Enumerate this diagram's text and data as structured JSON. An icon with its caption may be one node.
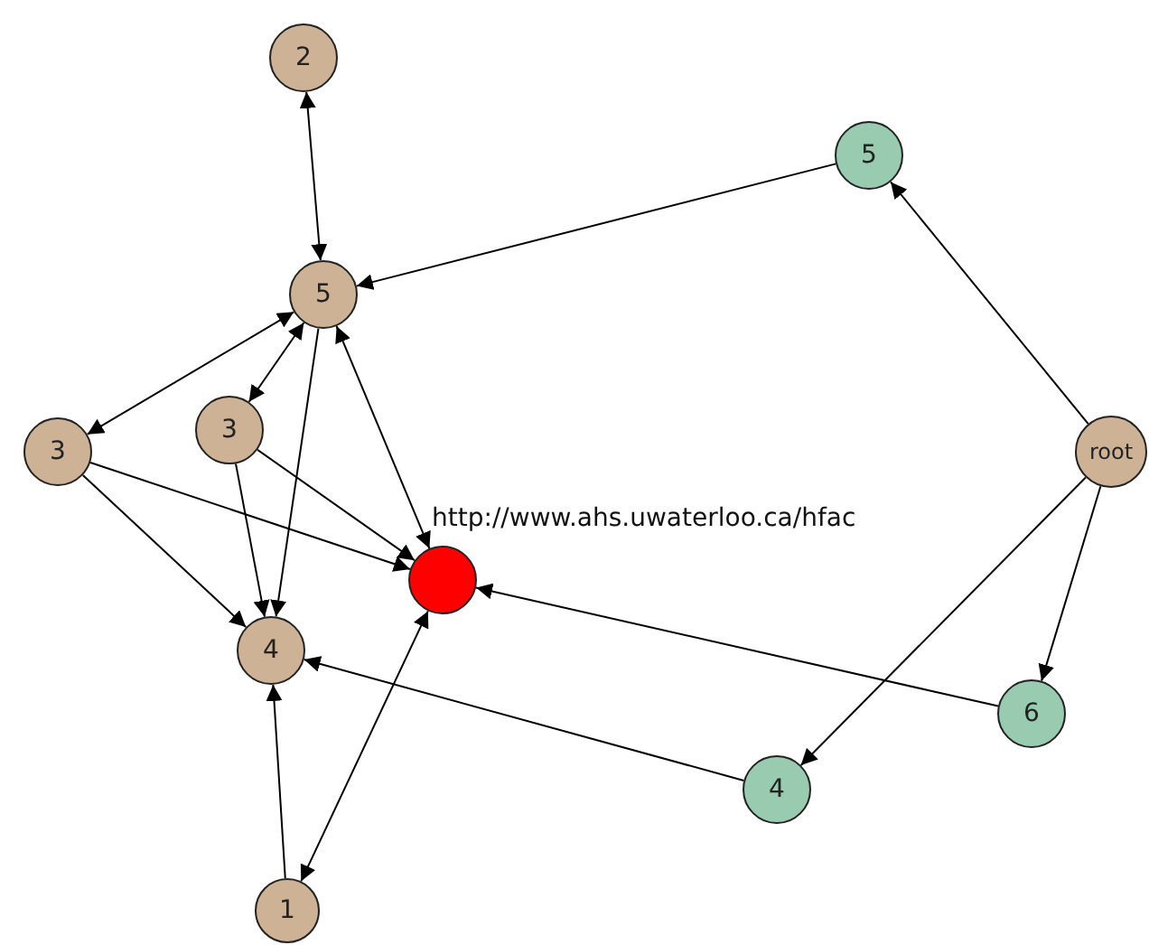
{
  "diagram": {
    "nodes": [
      {
        "text": [
          "2"
        ]
      },
      {
        "text": [
          "5"
        ]
      },
      {
        "text": [
          "5"
        ]
      },
      {
        "text": [
          "3"
        ]
      },
      {
        "text": [
          "3"
        ]
      },
      {
        "text": [
          "root"
        ]
      },
      {
        "text": [],
        "shape": "circle",
        "beside": [
          "http://www.ahs.uwaterloo.ca/hfac"
        ]
      },
      {
        "text": [
          "4"
        ]
      },
      {
        "text": [
          "6"
        ]
      },
      {
        "text": [
          "4"
        ]
      },
      {
        "text": [
          "1"
        ]
      }
    ],
    "edges": [
      {
        "from": 0,
        "to": 2,
        "arrow": "both"
      },
      {
        "from": 1,
        "to": 2,
        "arrow": "to"
      },
      {
        "from": 5,
        "to": 1,
        "arrow": "to"
      },
      {
        "from": 2,
        "to": 3,
        "arrow": "both"
      },
      {
        "from": 2,
        "to": 4,
        "arrow": "both"
      },
      {
        "from": 2,
        "to": 7,
        "arrow": "to"
      },
      {
        "from": 4,
        "to": 7,
        "arrow": "to"
      },
      {
        "from": 3,
        "to": 7,
        "arrow": "to"
      },
      {
        "from": 3,
        "to": 6,
        "arrow": "to"
      },
      {
        "from": 4,
        "to": 6,
        "arrow": "to"
      },
      {
        "from": 2,
        "to": 6,
        "arrow": "both"
      },
      {
        "from": 6,
        "to": 10,
        "arrow": "both"
      },
      {
        "from": 10,
        "to": 7,
        "arrow": "to"
      },
      {
        "from": 9,
        "to": 7,
        "arrow": "to"
      },
      {
        "from": 8,
        "to": 6,
        "arrow": "to"
      },
      {
        "from": 5,
        "to": 9,
        "arrow": "to"
      },
      {
        "from": 5,
        "to": 8,
        "arrow": "to"
      }
    ]
  }
}
